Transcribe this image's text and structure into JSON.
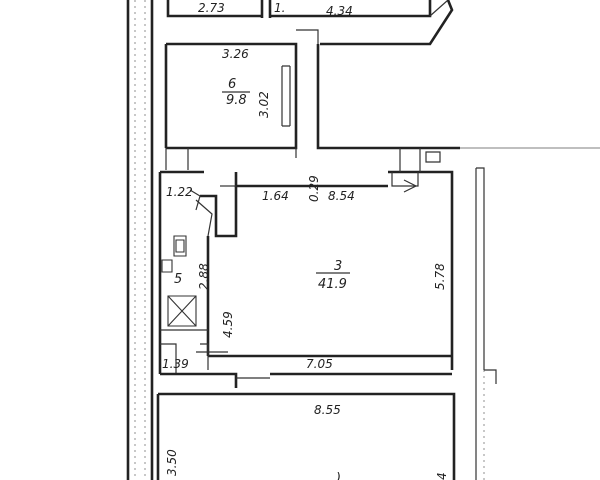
{
  "dimensions": {
    "top_left_partial": "2.73",
    "top_partial_fragment": "1.",
    "top_right": "4.34",
    "room6_width": "3.26",
    "room6_height": "3.02",
    "corridor_width": "1.22",
    "corridor_segment": "1.64",
    "wall_offset": "0.29",
    "room3_top": "8.54",
    "room3_right": "5.78",
    "room3_bottom": "7.05",
    "bathroom_height": "2.88",
    "corridor_length": "4.59",
    "small_room_width": "1.39",
    "lower_room_width": "8.55",
    "lower_room_height": "3.50",
    "lower_room_right_fragment": "4"
  },
  "rooms": [
    {
      "number": "6",
      "area": "9.8"
    },
    {
      "number": "3",
      "area": "41.9"
    },
    {
      "number": "5",
      "area": ""
    }
  ],
  "lower_room_number_fragment": ")"
}
